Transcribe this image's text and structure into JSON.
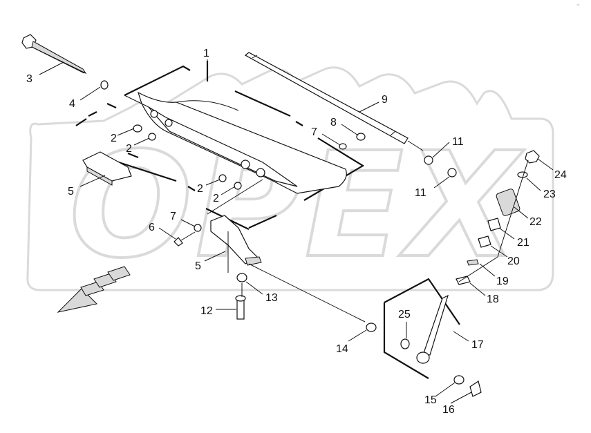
{
  "diagram": {
    "type": "exploded-parts-diagram",
    "watermark_text": "OPEX",
    "corner_mark": "~",
    "colors": {
      "ink": "#111111",
      "watermark": "#dadada",
      "arrow_fill": "#c8c8c8"
    },
    "callouts": [
      {
        "id": "c1",
        "label": "1"
      },
      {
        "id": "c2a",
        "label": "2"
      },
      {
        "id": "c2b",
        "label": "2"
      },
      {
        "id": "c2c",
        "label": "2"
      },
      {
        "id": "c2d",
        "label": "2"
      },
      {
        "id": "c3",
        "label": "3"
      },
      {
        "id": "c4",
        "label": "4"
      },
      {
        "id": "c5a",
        "label": "5"
      },
      {
        "id": "c5b",
        "label": "5"
      },
      {
        "id": "c6",
        "label": "6"
      },
      {
        "id": "c7a",
        "label": "7"
      },
      {
        "id": "c7b",
        "label": "7"
      },
      {
        "id": "c8",
        "label": "8"
      },
      {
        "id": "c9",
        "label": "9"
      },
      {
        "id": "c11a",
        "label": "11"
      },
      {
        "id": "c11b",
        "label": "11"
      },
      {
        "id": "c12",
        "label": "12"
      },
      {
        "id": "c13",
        "label": "13"
      },
      {
        "id": "c14",
        "label": "14"
      },
      {
        "id": "c15",
        "label": "15"
      },
      {
        "id": "c16",
        "label": "16"
      },
      {
        "id": "c17",
        "label": "17"
      },
      {
        "id": "c18",
        "label": "18"
      },
      {
        "id": "c19",
        "label": "19"
      },
      {
        "id": "c20",
        "label": "20"
      },
      {
        "id": "c21",
        "label": "21"
      },
      {
        "id": "c22",
        "label": "22"
      },
      {
        "id": "c23",
        "label": "23"
      },
      {
        "id": "c24",
        "label": "24"
      },
      {
        "id": "c25",
        "label": "25"
      }
    ]
  }
}
